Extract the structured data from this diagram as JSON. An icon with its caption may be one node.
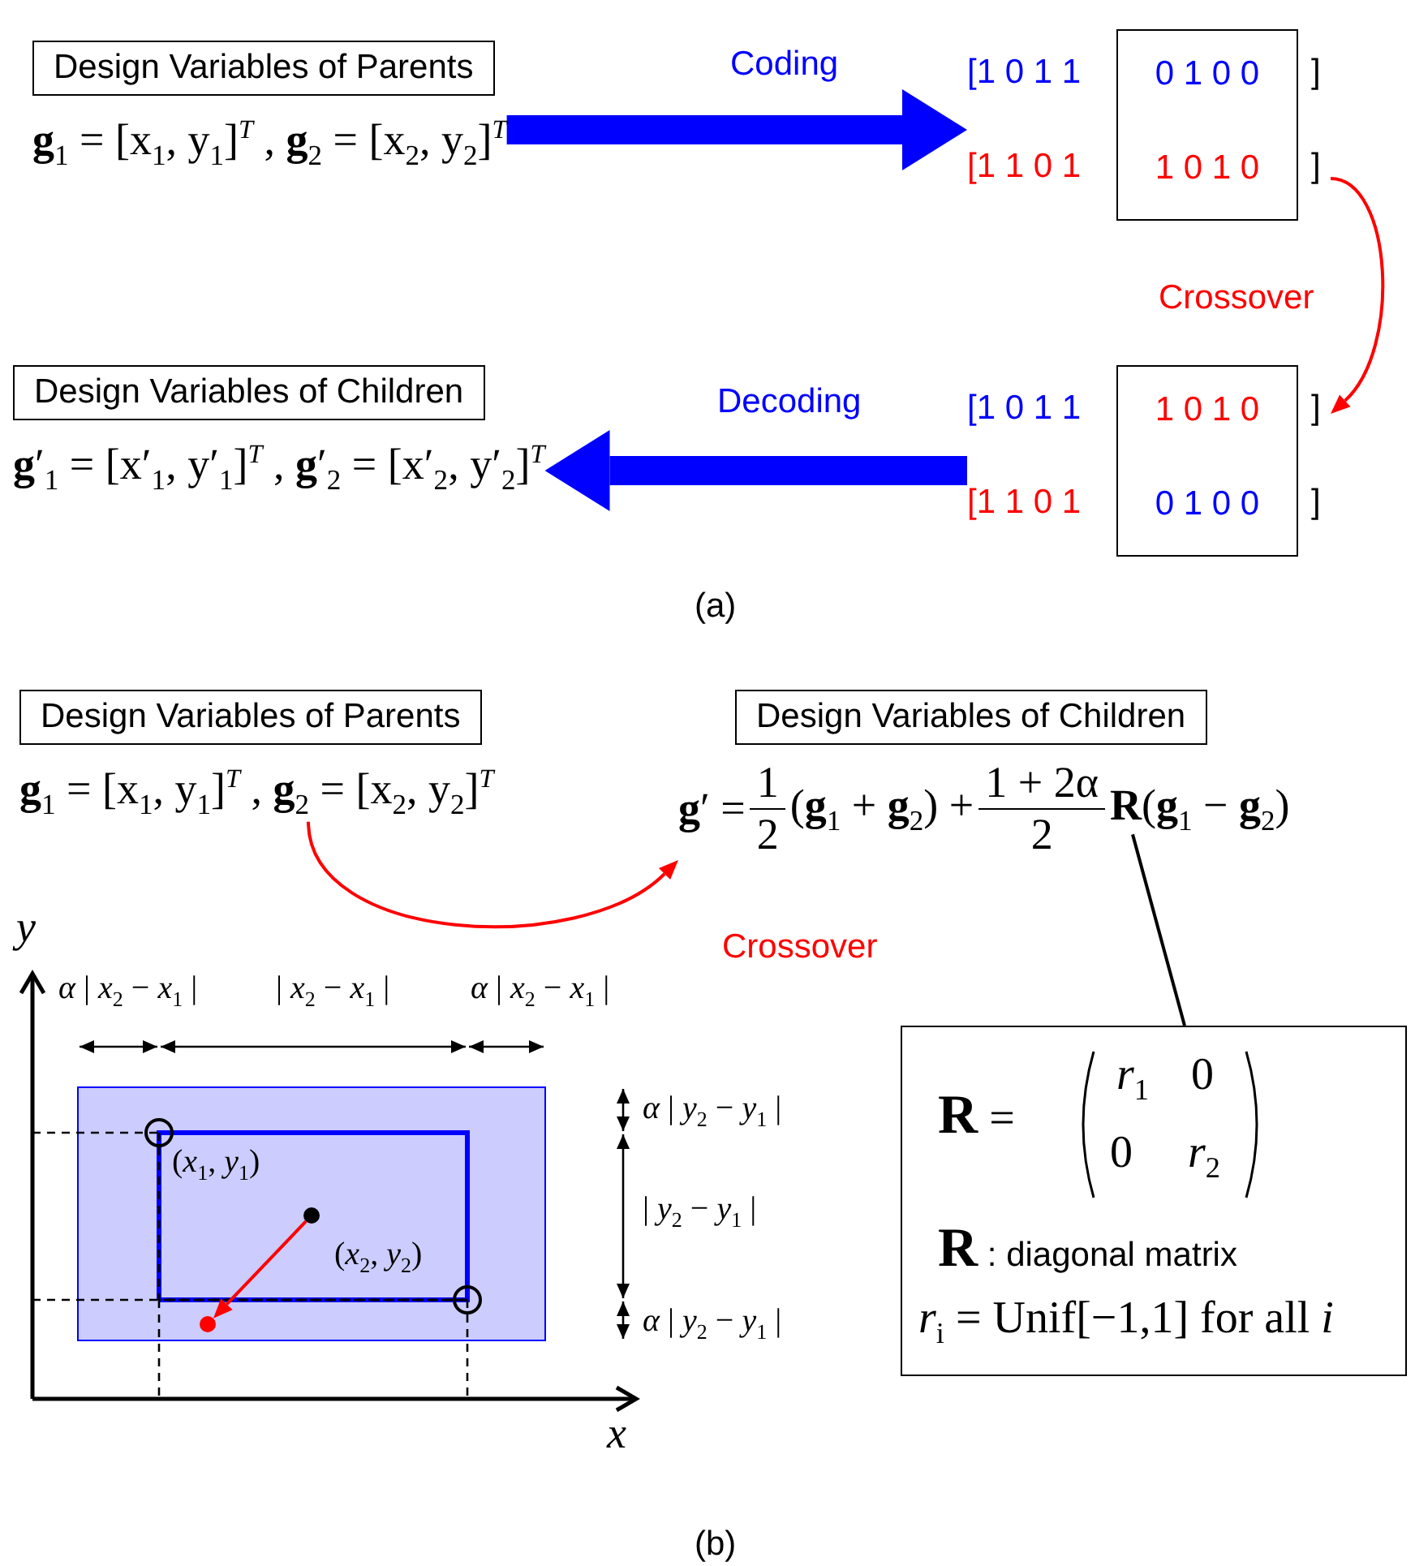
{
  "diagram": {
    "nodes": [
      {
        "text": [
          "Design Variables of Parents"
        ],
        "beside": [
          "**g**$_{1}$ = [x$_{1}$, y$_{1}$]$^{T}$ , **g**$_{2}$ = [x$_{2}$, y$_{2}$]$^{T}$"
        ]
      },
      {
        "text": [
          "[1 0 1 1",
          "[1 1 0 1"
        ]
      },
      {
        "text": [
          "0 1 0 0",
          "1 0 1 0"
        ],
        "beside": [
          "]",
          "]"
        ]
      },
      {
        "text": [
          "[1 0 1 1",
          "[1 1 0 1"
        ]
      },
      {
        "text": [
          "1 0 1 0",
          "0 1 0 0"
        ],
        "beside": [
          "]",
          "]"
        ]
      },
      {
        "text": [
          "Design Variables of Children"
        ],
        "beside": [
          "**g**′$_{1}$ = [x′$_{1}$, y′$_{1}$]$^{T}$ , **g**′$_{2}$ = [x′$_{2}$, y′$_{2}$]$^{T}$"
        ]
      },
      {
        "text": [
          "Design Variables of Parents"
        ],
        "beside": [
          "**g**$_{1}$ = [x$_{1}$, y$_{1}$]$^{T}$ , **g**$_{2}$ = [x$_{2}$, y$_{2}$]$^{T}$"
        ]
      },
      {
        "text": [
          "Design Variables of Children"
        ],
        "beside": [
          "**g**′ =",
          "1",
          "2",
          "(**g**$_{1}$ + **g**$_{2}$) +",
          "1 + 2α",
          "2",
          "**R**(**g**$_{1}$ − **g**$_{2}$)"
        ]
      },
      {
        "text": [
          "**R** =",
          "*r*$_{1}$",
          "0",
          "0",
          "*r*$_{2}$",
          "**R**  : diagonal matrix",
          "*r*$_{i}$ = Unif[−1,1]   for all *i*"
        ]
      },
      {
        "text": [],
        "shape": "circle"
      },
      {
        "text": [],
        "shape": "circle"
      }
    ],
    "edges": [
      {
        "from": 0,
        "to": 1,
        "arrow": "to",
        "label": "Coding",
        "style": "thick",
        "color": "#0000ff"
      },
      {
        "from": 2,
        "to": 4,
        "arrow": "to",
        "label": "Crossover",
        "color": "#ff0000"
      },
      {
        "from": 3,
        "to": 5,
        "arrow": "to",
        "label": "Decoding",
        "style": "thick",
        "color": "#0000ff"
      },
      {
        "from": 6,
        "to": 7,
        "arrow": "to",
        "label": "Crossover",
        "color": "#ff0000"
      },
      {
        "from": 8,
        "to": 7,
        "arrow": "none",
        "color": "#000000"
      },
      {
        "from": 10,
        "to": 9,
        "arrow": "to",
        "color": "#ff0000"
      }
    ],
    "labels": [
      "(a)",
      "y",
      "*α* | *x*$_{2}$ − *x*$_{1}$ |",
      "| *x*$_{2}$ − *x*$_{1}$ |",
      "*α* | *x*$_{2}$ − *x*$_{1}$ |",
      "*α* | *y*$_{2}$ − *y*$_{1}$ |",
      "(*x*$_{1}$, *y*$_{1}$)",
      "| *y*$_{2}$ − *y*$_{1}$ |",
      "(*x*$_{2}$, *y*$_{2}$)",
      "*α* | *y*$_{2}$ − *y*$_{1}$ |",
      "x",
      "(b)"
    ]
  }
}
